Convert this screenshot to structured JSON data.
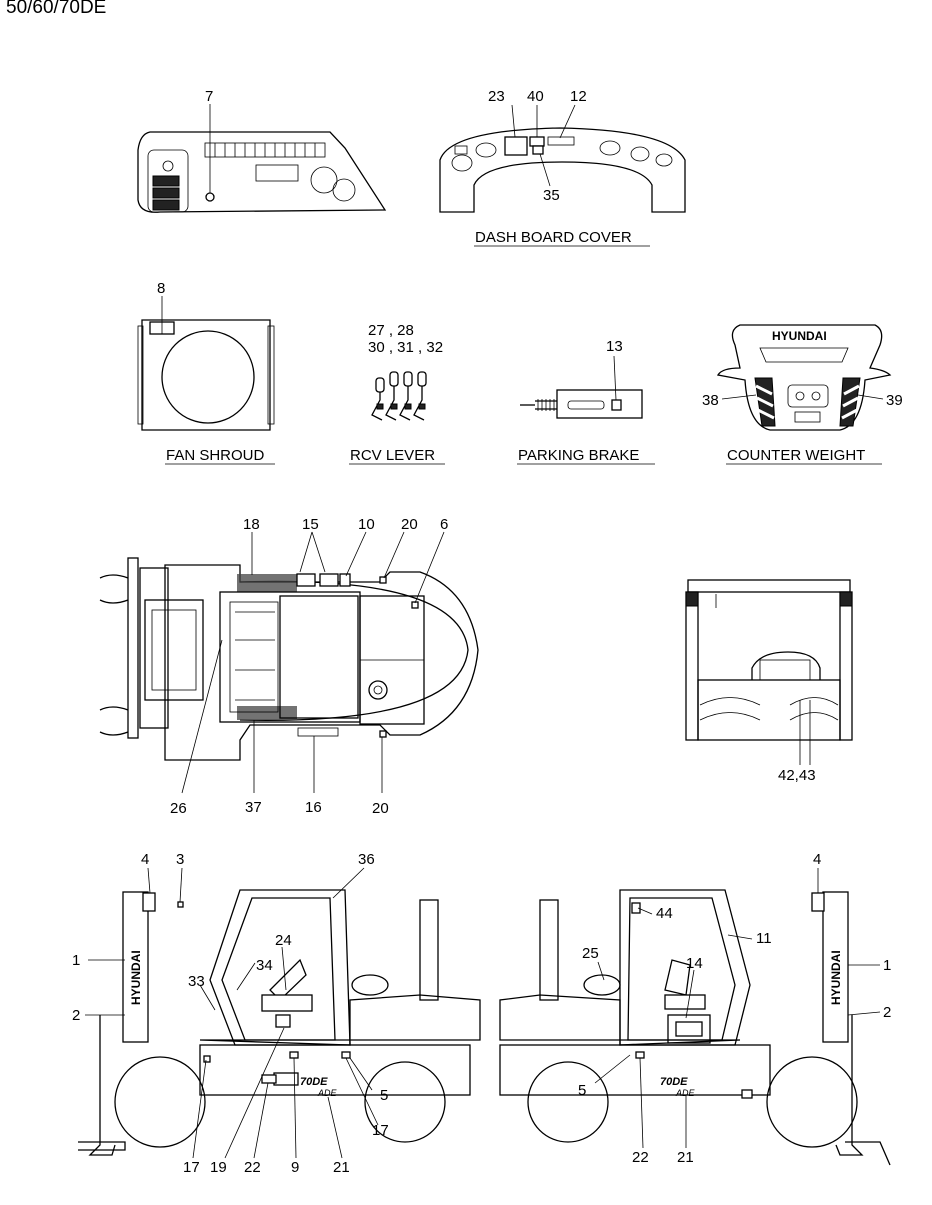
{
  "model_header": "50/60/70DE",
  "captions": {
    "dash_board_cover": "DASH BOARD COVER",
    "fan_shroud": "FAN SHROUD",
    "rcv_lever": "RCV LEVER",
    "parking_brake": "PARKING BRAKE",
    "counter_weight": "COUNTER WEIGHT"
  },
  "brand": "HYUNDAI",
  "decal_text": {
    "model": "70DE",
    "series": "ADE",
    "prefix": "7"
  },
  "labels": {
    "panel": [
      "7"
    ],
    "dash": [
      "23",
      "40",
      "12",
      "35"
    ],
    "fan": [
      "8"
    ],
    "rcv_a": "27 , 28",
    "rcv_b": "30 , 31 , 32",
    "brake": [
      "13"
    ],
    "cw": [
      "38",
      "39"
    ],
    "top": [
      "18",
      "15",
      "10",
      "20",
      "6",
      "26",
      "37",
      "16",
      "20"
    ],
    "rear": [
      "42,43"
    ],
    "left": [
      "4",
      "3",
      "36",
      "1",
      "24",
      "34",
      "33",
      "2",
      "5",
      "17",
      "17",
      "19",
      "22",
      "9",
      "21"
    ],
    "right": [
      "4",
      "44",
      "11",
      "25",
      "14",
      "1",
      "2",
      "5",
      "22",
      "21"
    ]
  }
}
